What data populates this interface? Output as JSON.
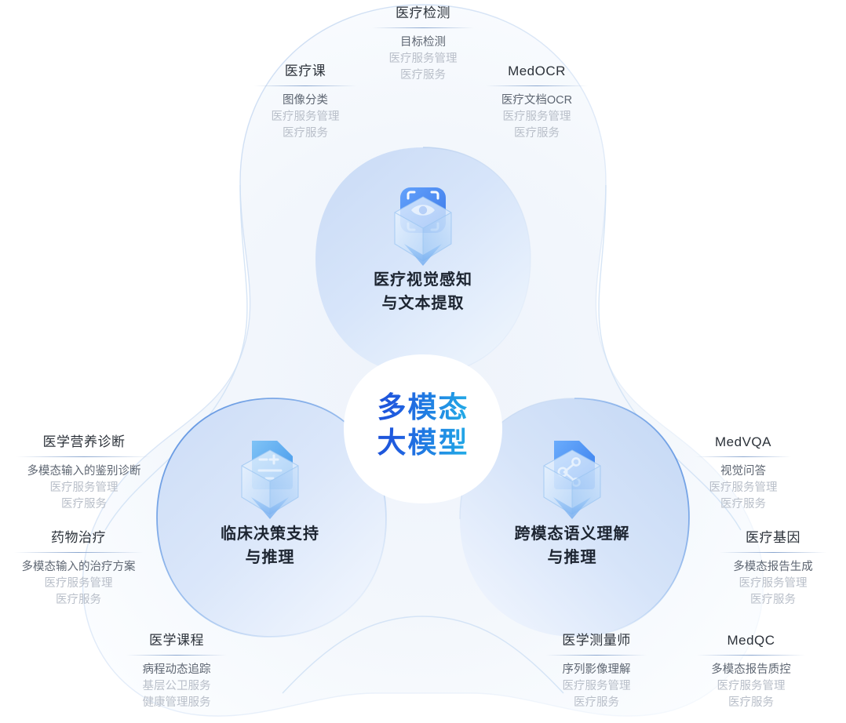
{
  "diagram": {
    "center": {
      "line1": "多模态",
      "line2": "大模型",
      "gradient_from": "#1c35c8",
      "gradient_to": "#2ccbe9"
    },
    "lobes": [
      {
        "id": "vision",
        "icon": "cube-scan-eye-icon",
        "line1": "医疗视觉感知",
        "line2": "与文本提取"
      },
      {
        "id": "clinical",
        "icon": "cube-document-plusminus-icon",
        "line1": "临床决策支持",
        "line2": "与推理"
      },
      {
        "id": "crossmodal",
        "icon": "cube-node-graph-icon",
        "line1": "跨模态语义理解",
        "line2": "与推理"
      }
    ],
    "labels": [
      {
        "id": "medical-detection",
        "title": "医疗检测",
        "lines": [
          "目标检测",
          "医疗服务管理",
          "医疗服务"
        ]
      },
      {
        "id": "medical-course",
        "title": "医疗课",
        "lines": [
          "图像分类",
          "医疗服务管理",
          "医疗服务"
        ]
      },
      {
        "id": "medocr",
        "title": "MedOCR",
        "lines": [
          "医疗文档OCR",
          "医疗服务管理",
          "医疗服务"
        ]
      },
      {
        "id": "medical-nutrition-diagnosis",
        "title": "医学营养诊断",
        "lines": [
          "多模态输入的鉴别诊断",
          "医疗服务管理",
          "医疗服务"
        ]
      },
      {
        "id": "drug-therapy",
        "title": "药物治疗",
        "lines": [
          "多模态输入的治疗方案",
          "医疗服务管理",
          "医疗服务"
        ]
      },
      {
        "id": "medical-curriculum",
        "title": "医学课程",
        "lines": [
          "病程动态追踪",
          "基层公卫服务",
          "健康管理服务"
        ]
      },
      {
        "id": "medvqa",
        "title": "MedVQA",
        "lines": [
          "视觉问答",
          "医疗服务管理",
          "医疗服务"
        ]
      },
      {
        "id": "medical-genetics",
        "title": "医疗基因",
        "lines": [
          "多模态报告生成",
          "医疗服务管理",
          "医疗服务"
        ]
      },
      {
        "id": "medical-measurer",
        "title": "医学测量师",
        "lines": [
          "序列影像理解",
          "医疗服务管理",
          "医疗服务"
        ]
      },
      {
        "id": "medqc",
        "title": "MedQC",
        "lines": [
          "多模态报告质控",
          "医疗服务管理",
          "医疗服务"
        ]
      }
    ]
  }
}
